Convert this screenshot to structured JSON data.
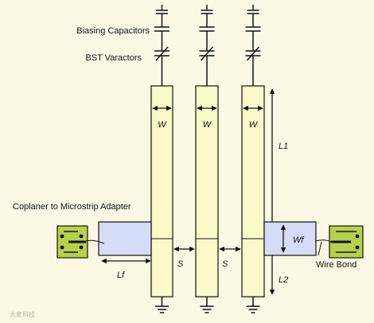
{
  "labels": {
    "biasing_capacitors": "Biasing Capacitors",
    "bst_varactors": "BST Varactors",
    "coplanar_adapter": "Coplaner to Microstrip Adapter",
    "wire_bond": "Wire Bond",
    "watermark": "大麦科技"
  },
  "dims": {
    "w": "W",
    "l1": "L1",
    "l2": "L2",
    "s": "S",
    "lf": "Lf",
    "wf": "Wf"
  },
  "colors": {
    "background": "#fdf8e4",
    "strip_fill": "#fbf9c8",
    "feed_fill": "#d5dcf5",
    "adapter_fill": "#b8d04a",
    "line": "#111111"
  }
}
